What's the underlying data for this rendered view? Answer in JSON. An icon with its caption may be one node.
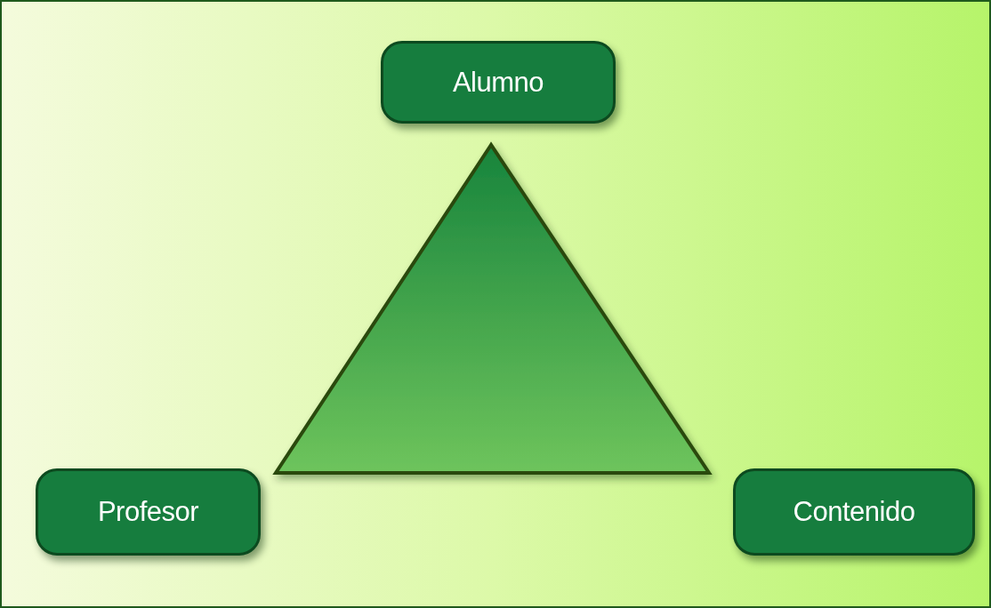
{
  "diagram": {
    "nodes": [
      {
        "text": [
          "Alumno"
        ]
      },
      {
        "text": [],
        "shape": "triangle"
      },
      {
        "text": [
          "Profesor"
        ]
      },
      {
        "text": [
          "Contenido"
        ]
      }
    ]
  }
}
